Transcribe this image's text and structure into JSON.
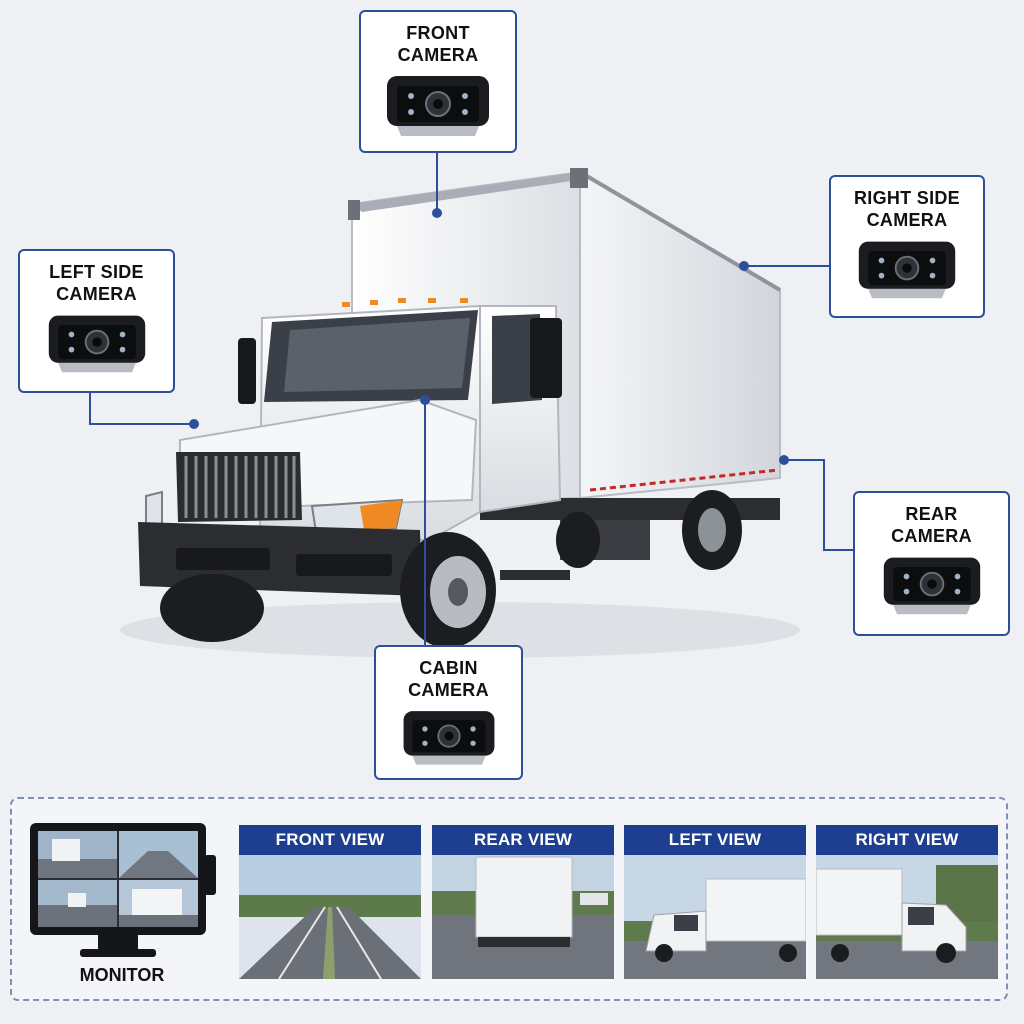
{
  "cameras": {
    "front": "FRONT\nCAMERA",
    "right": "RIGHT SIDE\nCAMERA",
    "left": "LEFT SIDE\nCAMERA",
    "rear": "REAR\nCAMERA",
    "cabin": "CABIN\nCAMERA"
  },
  "monitor": {
    "label": "MONITOR"
  },
  "views": [
    {
      "label": "FRONT VIEW"
    },
    {
      "label": "REAR VIEW"
    },
    {
      "label": "LEFT VIEW"
    },
    {
      "label": "RIGHT VIEW"
    }
  ],
  "colors": {
    "accent": "#1e3f8f",
    "connector": "#2c4f9a",
    "background": "#eef0f3"
  }
}
